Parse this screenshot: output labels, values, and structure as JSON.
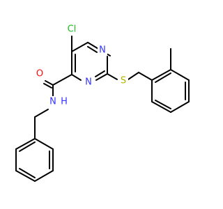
{
  "labels": {
    "cl": "Cl",
    "n_top": "N",
    "n_mid": "N",
    "s": "S",
    "o": "O",
    "nh_n": "N",
    "nh_h": "H"
  },
  "colors": {
    "bond": "#000000",
    "nitrogen": "#3333ff",
    "oxygen": "#ff0d0d",
    "sulfur": "#b2b200",
    "chlorine": "#1fbf1f",
    "background": "#ffffff"
  }
}
